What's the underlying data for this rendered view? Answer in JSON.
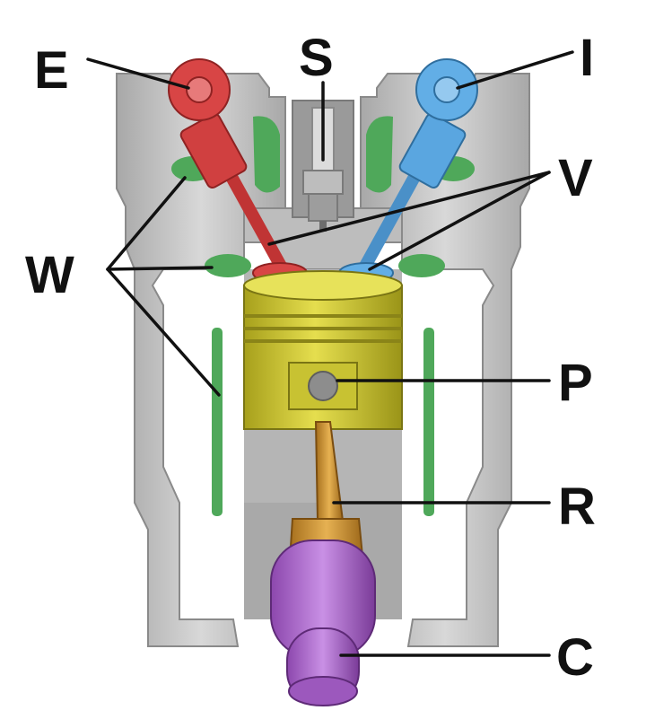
{
  "labels": {
    "E": "E",
    "S": "S",
    "I": "I",
    "V": "V",
    "W": "W",
    "P": "P",
    "R": "R",
    "C": "C"
  },
  "colors": {
    "block": "#c9c9c9",
    "block_dark": "#8e8e8e",
    "water": "#4fa85a",
    "exhaust_valve": "#d04040",
    "intake_valve": "#5aa6e0",
    "piston": "#d6cf3a",
    "rod": "#d9a23a",
    "crank": "#b36fd3",
    "leader": "#111111"
  }
}
